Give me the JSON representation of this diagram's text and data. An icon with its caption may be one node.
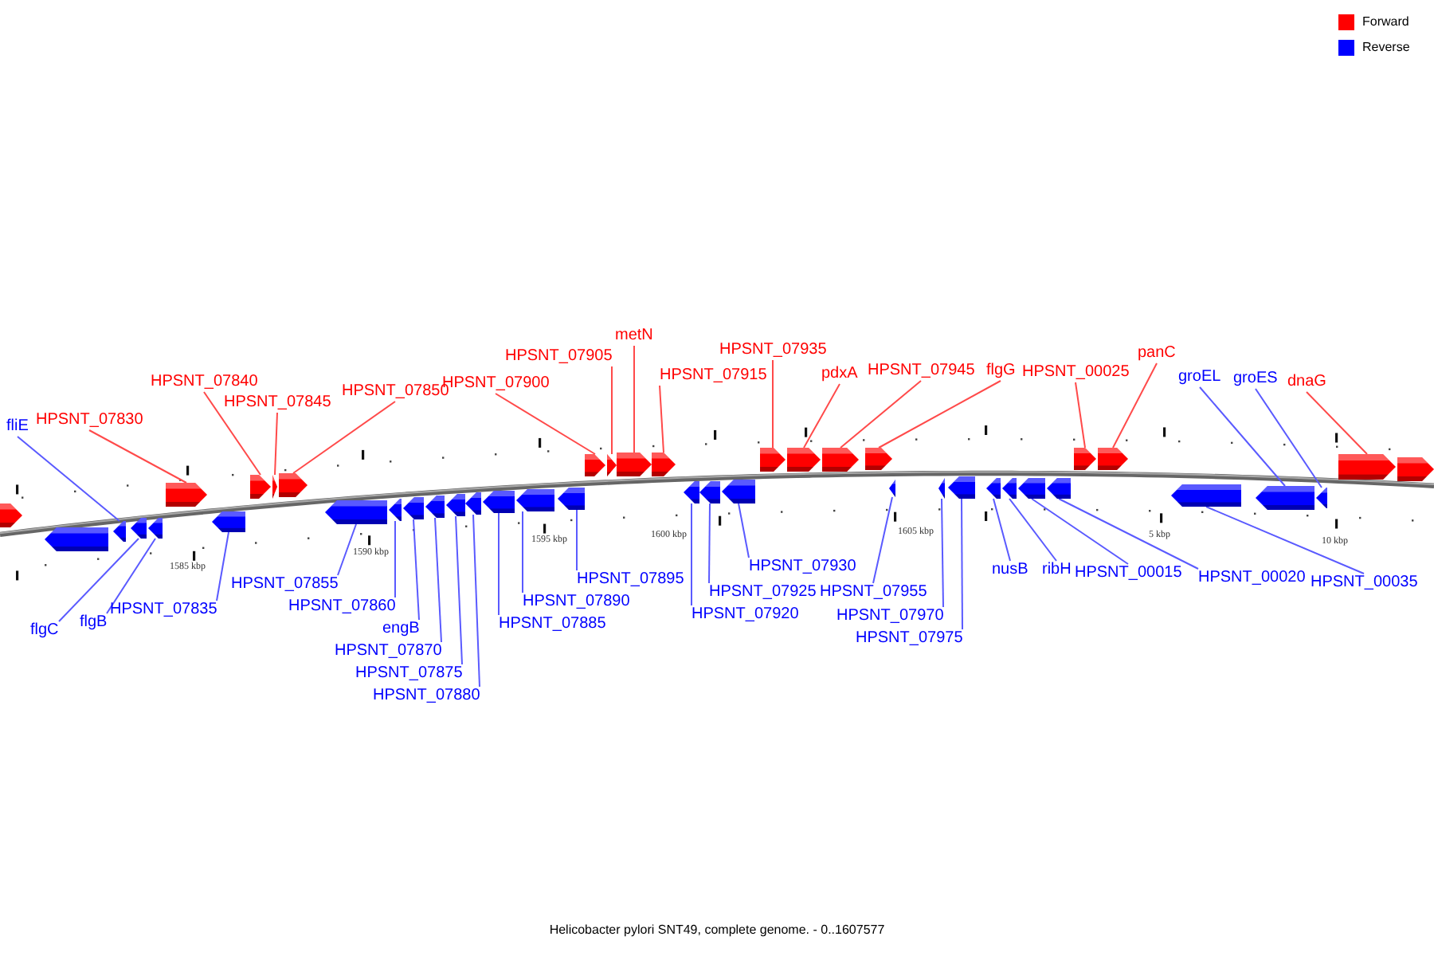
{
  "diagram": {
    "caption": "Helicobacter pylori SNT49, complete genome. - 0..1607577",
    "nodes": [
      {
        "text": [
          "fliE"
        ]
      },
      {
        "text": [
          "HPSNT_07830"
        ]
      },
      {
        "text": [
          "HPSNT_07840"
        ]
      },
      {
        "text": [
          "HPSNT_07845"
        ]
      },
      {
        "text": [
          "HPSNT_07850"
        ]
      },
      {
        "text": [
          "HPSNT_07900"
        ]
      },
      {
        "text": [
          "metN"
        ]
      },
      {
        "text": [
          "HPSNT_07905"
        ]
      },
      {
        "text": [
          "HPSNT_07915"
        ]
      },
      {
        "text": [
          "HPSNT_07935"
        ]
      },
      {
        "text": [
          "pdxA"
        ]
      },
      {
        "text": [
          "HPSNT_07945"
        ]
      },
      {
        "text": [
          "flgG"
        ]
      },
      {
        "text": [
          "HPSNT_00025"
        ]
      },
      {
        "text": [
          "panC"
        ]
      },
      {
        "text": [
          "groEL"
        ]
      },
      {
        "text": [
          "groES"
        ]
      },
      {
        "text": [
          "dnaG"
        ]
      },
      {
        "text": [
          "flgC"
        ]
      },
      {
        "text": [
          "flgB"
        ]
      },
      {
        "text": [
          "HPSNT_07835"
        ]
      },
      {
        "text": [
          "HPSNT_07855"
        ]
      },
      {
        "text": [
          "HPSNT_07860"
        ]
      },
      {
        "text": [
          "engB"
        ]
      },
      {
        "text": [
          "HPSNT_07870"
        ]
      },
      {
        "text": [
          "HPSNT_07875"
        ]
      },
      {
        "text": [
          "HPSNT_07880"
        ]
      },
      {
        "text": [
          "HPSNT_07885"
        ]
      },
      {
        "text": [
          "HPSNT_07890"
        ]
      },
      {
        "text": [
          "HPSNT_07895"
        ]
      },
      {
        "text": [
          "HPSNT_07920"
        ]
      },
      {
        "text": [
          "HPSNT_07925"
        ]
      },
      {
        "text": [
          "HPSNT_07930"
        ]
      },
      {
        "text": [
          "HPSNT_07955"
        ]
      },
      {
        "text": [
          "HPSNT_07970"
        ]
      },
      {
        "text": [
          "HPSNT_07975"
        ]
      },
      {
        "text": [
          "nusB"
        ]
      },
      {
        "text": [
          "ribH"
        ]
      },
      {
        "text": [
          "HPSNT_00015"
        ]
      },
      {
        "text": [
          "HPSNT_00020"
        ]
      },
      {
        "text": [
          "HPSNT_00035"
        ]
      },
      {
        "text": [],
        "shape": "arrow"
      },
      {
        "text": [],
        "shape": "arrow"
      },
      {
        "text": [],
        "shape": "arrow"
      },
      {
        "text": [],
        "shape": "arrow"
      },
      {
        "text": [],
        "shape": "arrow"
      },
      {
        "text": [],
        "shape": "arrow"
      },
      {
        "text": [],
        "shape": "arrow"
      },
      {
        "text": [],
        "shape": "arrow"
      },
      {
        "text": [],
        "shape": "arrow"
      },
      {
        "text": [],
        "shape": "arrow"
      },
      {
        "text": [],
        "shape": "arrow"
      },
      {
        "text": [],
        "shape": "arrow"
      },
      {
        "text": [],
        "shape": "arrow"
      },
      {
        "text": [],
        "shape": "arrow"
      },
      {
        "text": [],
        "shape": "arrow"
      },
      {
        "text": [],
        "shape": "arrow"
      },
      {
        "text": [],
        "shape": "arrow"
      },
      {
        "text": [],
        "shape": "arrow"
      },
      {
        "text": [],
        "shape": "arrow"
      },
      {
        "text": [],
        "shape": "arrow"
      },
      {
        "text": [],
        "shape": "arrow"
      },
      {
        "text": [],
        "shape": "arrow"
      },
      {
        "text": [],
        "shape": "arrow"
      },
      {
        "text": [],
        "shape": "arrow"
      },
      {
        "text": [],
        "shape": "arrow"
      },
      {
        "text": [],
        "shape": "arrow"
      },
      {
        "text": [],
        "shape": "arrow"
      },
      {
        "text": [],
        "shape": "arrow"
      },
      {
        "text": [],
        "shape": "arrow"
      },
      {
        "text": [],
        "shape": "arrow"
      },
      {
        "text": [],
        "shape": "arrow"
      },
      {
        "text": [],
        "shape": "arrow"
      },
      {
        "text": [],
        "shape": "arrow"
      },
      {
        "text": [],
        "shape": "arrow"
      },
      {
        "text": [],
        "shape": "arrow"
      },
      {
        "text": [],
        "shape": "arrow"
      },
      {
        "text": [],
        "shape": "arrow"
      },
      {
        "text": [],
        "shape": "arrow"
      },
      {
        "text": [],
        "shape": "arrow"
      },
      {
        "text": [],
        "shape": "arrow"
      },
      {
        "text": [],
        "shape": "arrow"
      },
      {
        "text": [],
        "shape": "arrow"
      },
      {
        "text": [],
        "shape": "arrow"
      },
      {
        "text": [],
        "shape": "arrow"
      }
    ],
    "edges": [
      {
        "from": 0,
        "to": 43,
        "arrow": "none"
      },
      {
        "from": 1,
        "to": 46,
        "arrow": "none",
        "color": "#ff4a4a"
      },
      {
        "from": 2,
        "to": 48,
        "arrow": "none",
        "color": "#ff4a4a"
      },
      {
        "from": 3,
        "to": 49,
        "arrow": "none",
        "color": "#ff4a4a"
      },
      {
        "from": 4,
        "to": 50,
        "arrow": "none",
        "color": "#ff4a4a"
      },
      {
        "from": 5,
        "to": 60,
        "arrow": "none",
        "color": "#ff4a4a"
      },
      {
        "from": 6,
        "to": 62,
        "arrow": "none",
        "color": "#ff4a4a"
      },
      {
        "from": 7,
        "to": 61,
        "arrow": "none",
        "color": "#ff4a4a"
      },
      {
        "from": 8,
        "to": 63,
        "arrow": "none",
        "color": "#ff4a4a"
      },
      {
        "from": 9,
        "to": 67,
        "arrow": "none",
        "color": "#ff4a4a"
      },
      {
        "from": 10,
        "to": 68,
        "arrow": "none",
        "color": "#ff4a4a"
      },
      {
        "from": 11,
        "to": 69,
        "arrow": "none",
        "color": "#ff4a4a"
      },
      {
        "from": 12,
        "to": 70,
        "arrow": "none",
        "color": "#ff4a4a"
      },
      {
        "from": 13,
        "to": 78,
        "arrow": "none",
        "color": "#ff4a4a"
      },
      {
        "from": 14,
        "to": 79,
        "arrow": "none",
        "color": "#ff4a4a"
      },
      {
        "from": 15,
        "to": 81,
        "arrow": "none"
      },
      {
        "from": 16,
        "to": 82,
        "arrow": "none"
      },
      {
        "from": 17,
        "to": 83,
        "arrow": "none",
        "color": "#ff4a4a"
      },
      {
        "from": 18,
        "to": 44,
        "arrow": "none"
      },
      {
        "from": 19,
        "to": 45,
        "arrow": "none"
      },
      {
        "from": 20,
        "to": 47,
        "arrow": "none"
      },
      {
        "from": 21,
        "to": 51,
        "arrow": "none"
      },
      {
        "from": 22,
        "to": 52,
        "arrow": "none"
      },
      {
        "from": 23,
        "to": 53,
        "arrow": "none"
      },
      {
        "from": 24,
        "to": 54,
        "arrow": "none"
      },
      {
        "from": 25,
        "to": 55,
        "arrow": "none"
      },
      {
        "from": 26,
        "to": 56,
        "arrow": "none"
      },
      {
        "from": 27,
        "to": 57,
        "arrow": "none"
      },
      {
        "from": 28,
        "to": 58,
        "arrow": "none"
      },
      {
        "from": 29,
        "to": 59,
        "arrow": "none"
      },
      {
        "from": 30,
        "to": 64,
        "arrow": "none"
      },
      {
        "from": 31,
        "to": 65,
        "arrow": "none"
      },
      {
        "from": 32,
        "to": 66,
        "arrow": "none"
      },
      {
        "from": 33,
        "to": 71,
        "arrow": "none"
      },
      {
        "from": 34,
        "to": 72,
        "arrow": "none"
      },
      {
        "from": 35,
        "to": 73,
        "arrow": "none"
      },
      {
        "from": 36,
        "to": 74,
        "arrow": "none"
      },
      {
        "from": 37,
        "to": 75,
        "arrow": "none"
      },
      {
        "from": 38,
        "to": 76,
        "arrow": "none"
      },
      {
        "from": 39,
        "to": 77,
        "arrow": "none"
      },
      {
        "from": 40,
        "to": 80,
        "arrow": "none"
      }
    ],
    "labels": [
      "1585 kbp",
      "1590 kbp",
      "1595 kbp",
      "1600 kbp",
      "1605 kbp",
      "5 kbp",
      "10 kbp"
    ],
    "legend": [
      {
        "text": "Forward",
        "color": "#ff0000"
      },
      {
        "text": "Reverse",
        "color": "#0000ff"
      }
    ]
  }
}
